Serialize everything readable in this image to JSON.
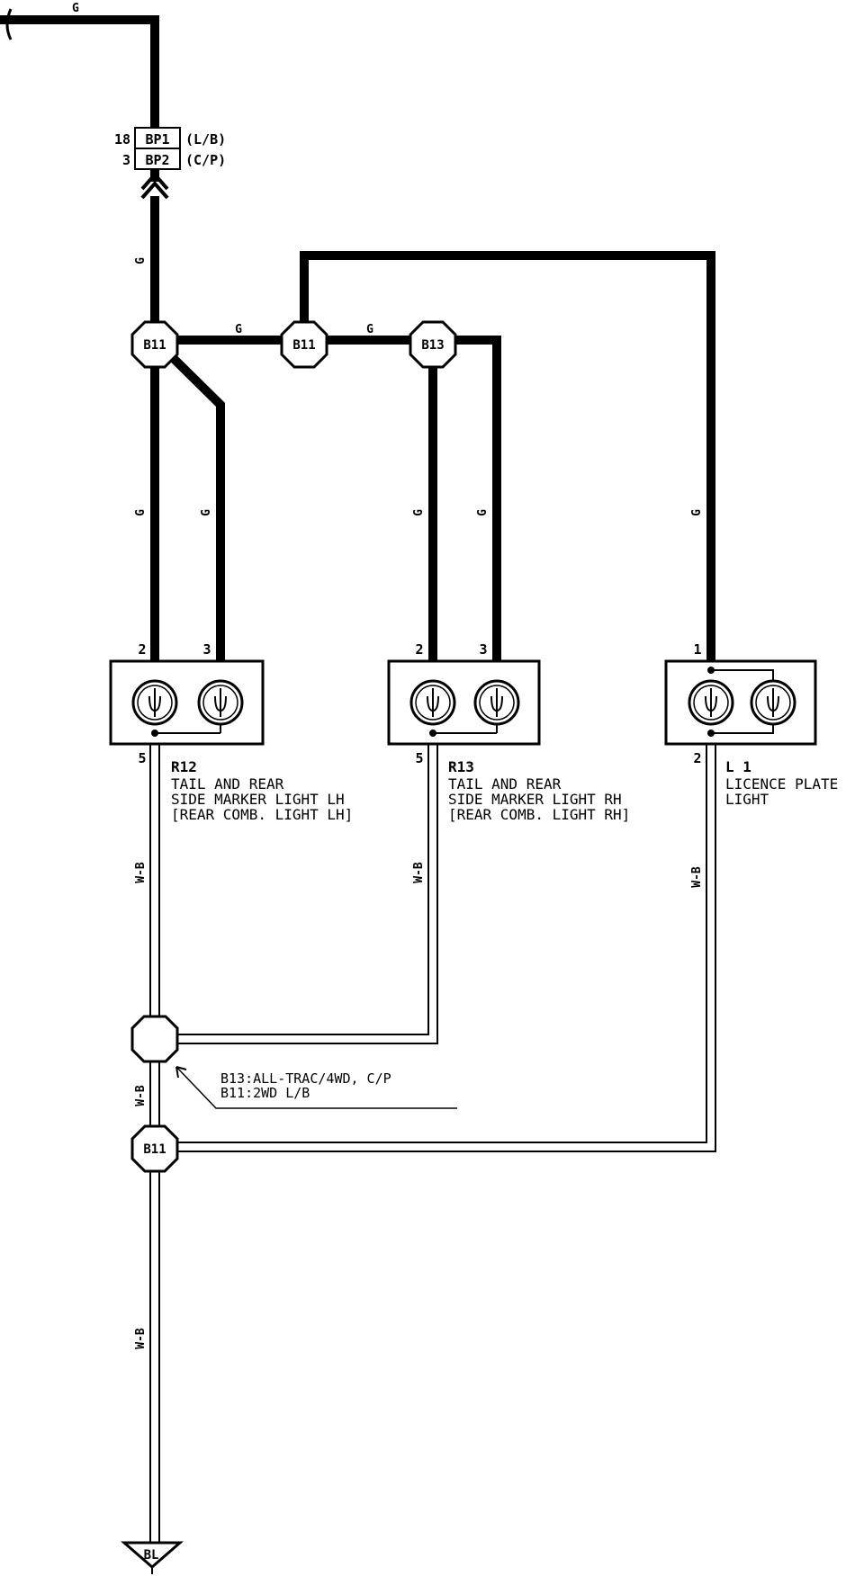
{
  "wire_colors": {
    "green": "G",
    "white_black": "W-B"
  },
  "top_connector": {
    "row1": {
      "pin": "18",
      "code": "BP1",
      "note": "(L/B)"
    },
    "row2": {
      "pin": "3",
      "code": "BP2",
      "note": "(C/P)"
    }
  },
  "junctions": {
    "j_left": "B11",
    "j_mid": "B11",
    "j_right": "B13",
    "j_bottom_blank": "",
    "j_bottom": "B11"
  },
  "components": [
    {
      "id": "R12",
      "pins": {
        "top_left": "2",
        "top_right": "3",
        "bottom": "5"
      },
      "lines": [
        "TAIL AND REAR",
        "SIDE MARKER LIGHT LH",
        "[REAR COMB. LIGHT LH]"
      ]
    },
    {
      "id": "R13",
      "pins": {
        "top_left": "2",
        "top_right": "3",
        "bottom": "5"
      },
      "lines": [
        "TAIL AND REAR",
        "SIDE MARKER LIGHT RH",
        "[REAR COMB. LIGHT RH]"
      ]
    },
    {
      "id": "L 1",
      "pins": {
        "top_left": "1",
        "bottom": "2"
      },
      "lines": [
        "LICENCE PLATE",
        "LIGHT"
      ]
    }
  ],
  "junction_note": {
    "line1": "B13:ALL-TRAC/4WD, C/P",
    "line2": "B11:2WD L/B"
  },
  "ground": {
    "label": "BL"
  },
  "colors": {
    "ink": "#000000",
    "paper": "#ffffff"
  }
}
